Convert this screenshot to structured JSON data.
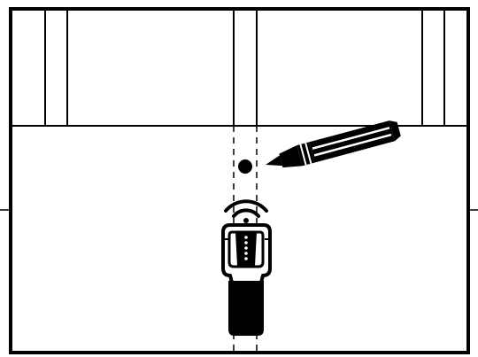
{
  "diagram": {
    "labels": [],
    "colors": {
      "line": "#000000",
      "background": "#ffffff"
    },
    "elements": {
      "wall": "drywall-wall-panel",
      "studs": [
        "left-stud",
        "center-stud",
        "right-stud"
      ],
      "tool": "stud-finder",
      "marker": "pencil",
      "mark": "pencil-mark-dot",
      "signal": "detection-signal-icon"
    }
  }
}
